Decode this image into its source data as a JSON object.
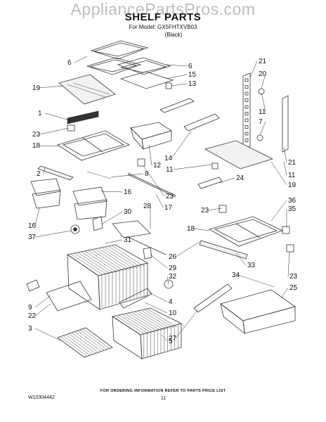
{
  "header": {
    "watermark": "AppliancePartsPros.com",
    "title": "SHELF PARTS",
    "model_line": "For Model: GX5FHTXVB03",
    "color": "(Black)"
  },
  "callouts": [
    {
      "label": "6"
    },
    {
      "label": "6"
    },
    {
      "label": "15"
    },
    {
      "label": "19"
    },
    {
      "label": "13"
    },
    {
      "label": "1"
    },
    {
      "label": "23"
    },
    {
      "label": "18"
    },
    {
      "label": "2"
    },
    {
      "label": "8"
    },
    {
      "label": "16"
    },
    {
      "label": "16"
    },
    {
      "label": "37"
    },
    {
      "label": "30"
    },
    {
      "label": "31"
    },
    {
      "label": "28"
    },
    {
      "label": "9"
    },
    {
      "label": "22"
    },
    {
      "label": "3"
    },
    {
      "label": "4"
    },
    {
      "label": "10"
    },
    {
      "label": "32"
    },
    {
      "label": "29"
    },
    {
      "label": "26"
    },
    {
      "label": "27"
    },
    {
      "label": "5"
    },
    {
      "label": "14"
    },
    {
      "label": "12"
    },
    {
      "label": "11"
    },
    {
      "label": "23"
    },
    {
      "label": "17"
    },
    {
      "label": "24"
    },
    {
      "label": "23"
    },
    {
      "label": "18"
    },
    {
      "label": "36"
    },
    {
      "label": "35"
    },
    {
      "label": "33"
    },
    {
      "label": "23"
    },
    {
      "label": "34"
    },
    {
      "label": "25"
    },
    {
      "label": "21"
    },
    {
      "label": "20"
    },
    {
      "label": "11"
    },
    {
      "label": "7"
    },
    {
      "label": "21"
    },
    {
      "label": "11"
    },
    {
      "label": "19"
    }
  ],
  "footer": {
    "note": "FOR ORDERING INFORMATION REFER TO PARTS PRICE LIST",
    "doc_number": "W10304442",
    "page": "11"
  }
}
